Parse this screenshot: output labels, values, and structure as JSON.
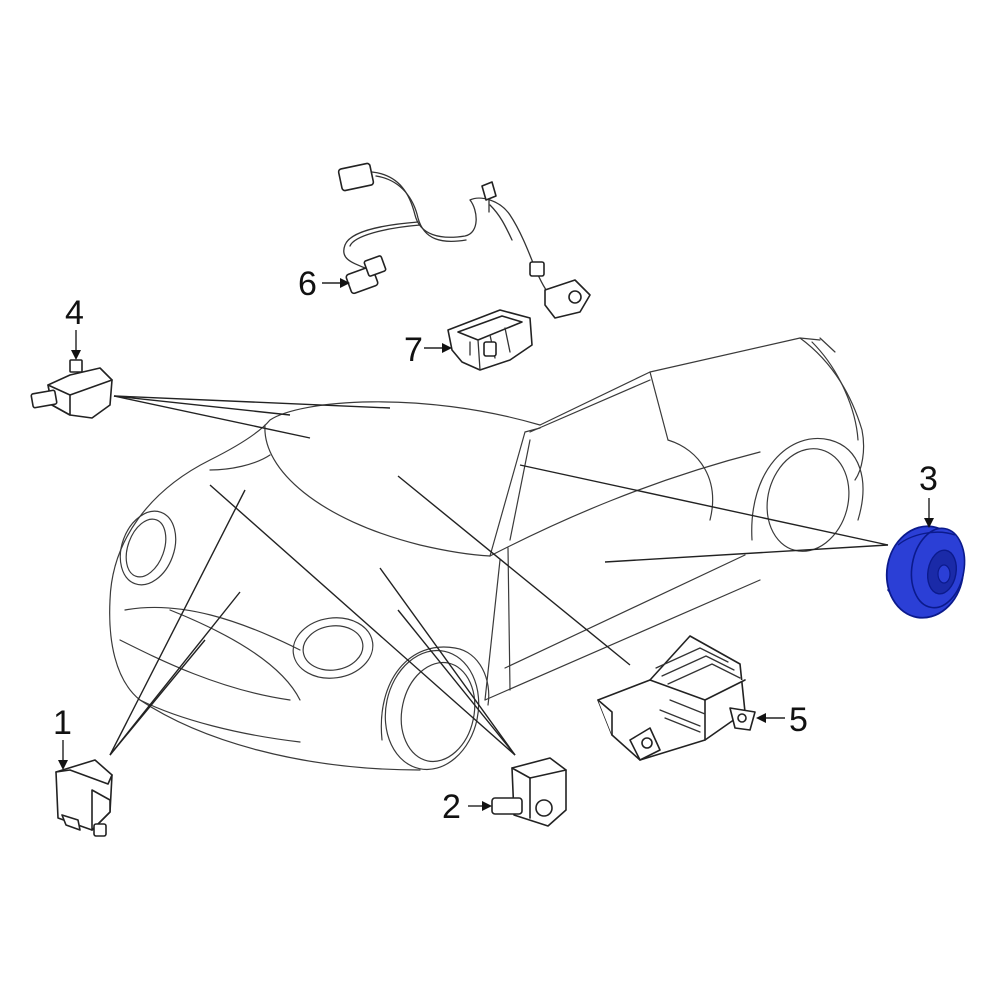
{
  "callouts": {
    "part_1": "1",
    "part_2": "2",
    "part_3": "3",
    "part_4": "4",
    "part_5": "5",
    "part_6": "6",
    "part_7": "7"
  },
  "colors": {
    "highlight": "#2b3fd6",
    "highlight_stroke": "#0b1a8c",
    "line": "#222222"
  },
  "highlighted_part": "3"
}
